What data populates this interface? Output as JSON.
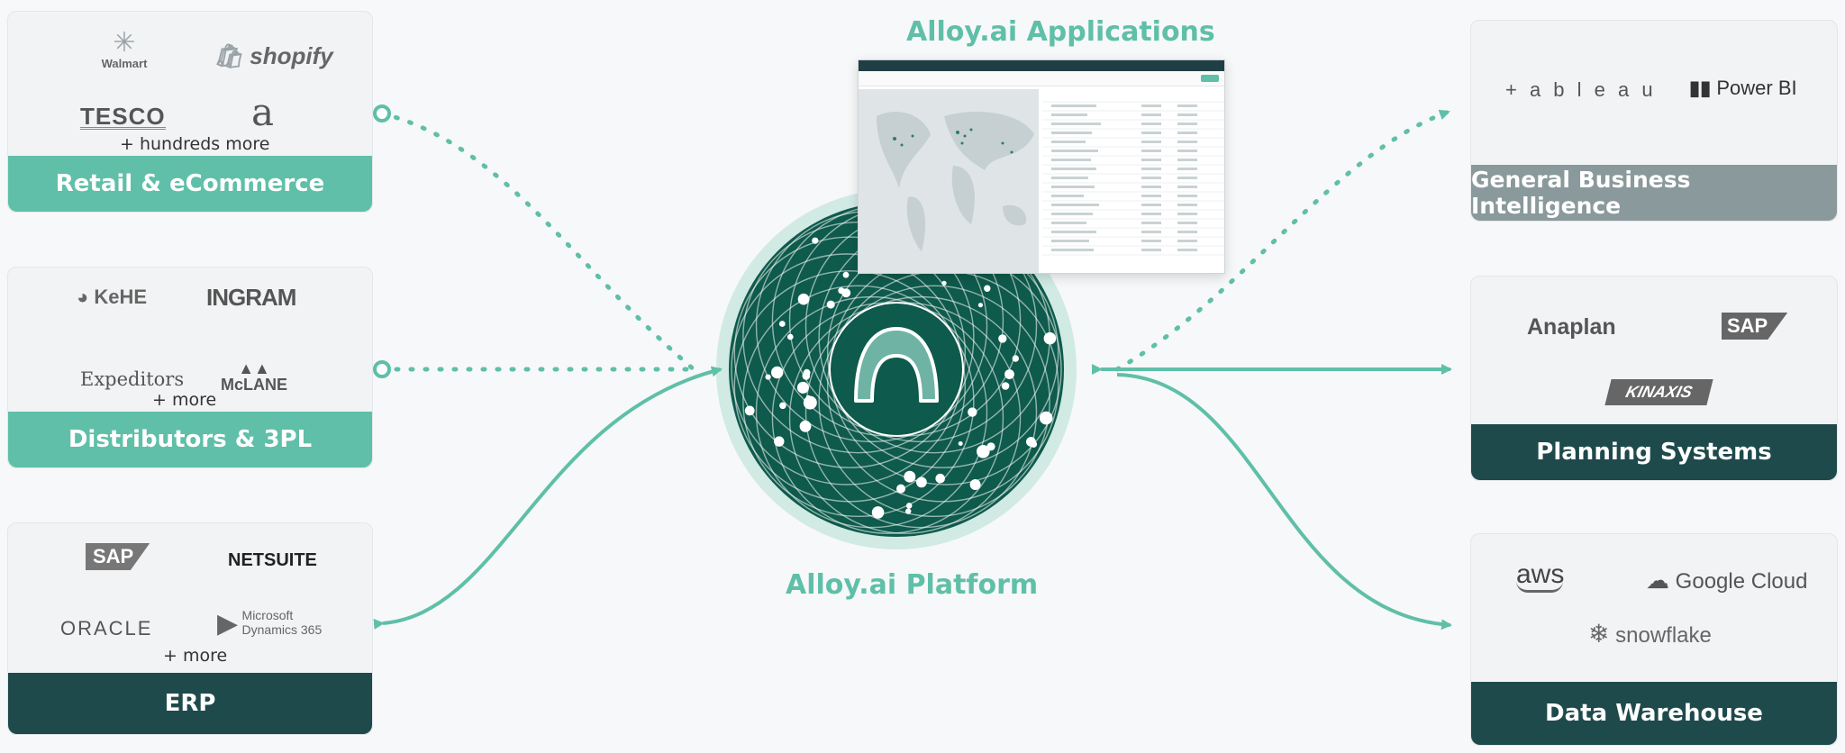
{
  "center": {
    "apps_title": "Alloy.ai Applications",
    "platform_title": "Alloy.ai Platform"
  },
  "cards": {
    "retail": {
      "title": "Retail & eCommerce",
      "logos": [
        "Walmart",
        "shopify",
        "TESCO",
        "a"
      ],
      "more": "+ hundreds more"
    },
    "distributors": {
      "title": "Distributors & 3PL",
      "logos": [
        "KeHE",
        "INGRAM",
        "Expeditors",
        "McLANE"
      ],
      "more": "+ more"
    },
    "erp": {
      "title": "ERP",
      "logos": [
        "SAP",
        "NETSUITE",
        "ORACLE",
        "Microsoft",
        "Dynamics 365"
      ],
      "more": "+ more"
    },
    "bi": {
      "title": "General Business Intelligence",
      "logos": [
        "+ a b l e a u",
        "Power BI"
      ]
    },
    "planning": {
      "title": "Planning Systems",
      "logos": [
        "Anaplan",
        "SAP",
        "KINAXIS"
      ]
    },
    "warehouse": {
      "title": "Data Warehouse",
      "logos": [
        "aws",
        "Google Cloud",
        "snowflake"
      ]
    }
  },
  "colors": {
    "teal": "#5fbfa8",
    "dark_teal": "#1e4a4c",
    "gray_band": "#8a999b",
    "platform_fill": "#0e5a4c"
  }
}
